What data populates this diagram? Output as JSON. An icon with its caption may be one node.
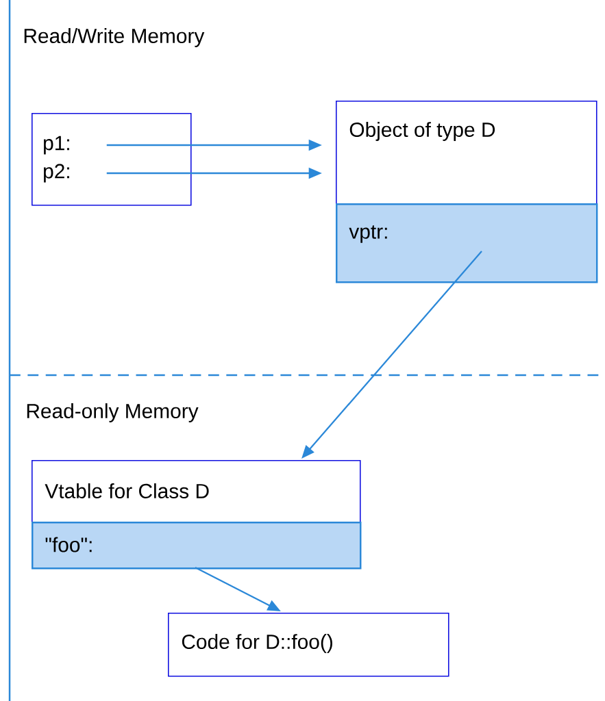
{
  "diagram": {
    "nodes": [
      {
        "text": [],
        "shape": "box"
      },
      {
        "text": [
          "p1:"
        ],
        "in": 0
      },
      {
        "text": [
          "p2:"
        ],
        "in": 0
      },
      {
        "text": [
          "Object of type D"
        ]
      },
      {
        "text": [
          "vptr:"
        ]
      },
      {
        "text": [
          "Vtable for  Class D"
        ]
      },
      {
        "text": [
          "\"foo\":"
        ]
      },
      {
        "text": [
          "Code for D::foo()"
        ]
      }
    ],
    "edges": [
      {
        "from": 1,
        "to": 3,
        "arrow": "to"
      },
      {
        "from": 2,
        "to": 3,
        "arrow": "to"
      },
      {
        "from": 4,
        "to": 5,
        "arrow": "to"
      },
      {
        "from": 6,
        "to": 7,
        "arrow": "to"
      }
    ],
    "labels": [
      "Read/Write Memory",
      "Read-only Memory"
    ]
  }
}
